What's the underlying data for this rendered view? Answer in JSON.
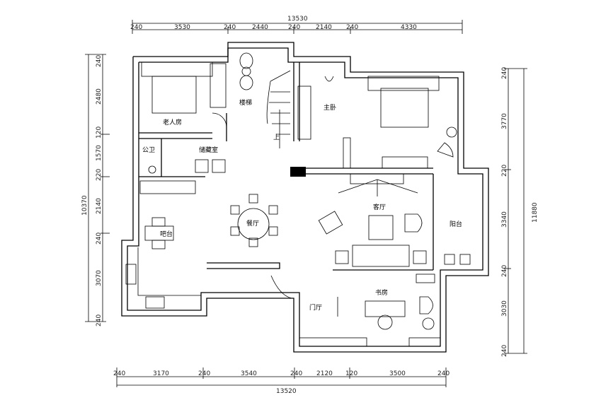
{
  "top_dimensions": {
    "total": "13530",
    "segments": [
      "240",
      "3530",
      "240",
      "2440",
      "240",
      "2140",
      "240",
      "4330"
    ]
  },
  "bottom_dimensions": {
    "total": "13520",
    "segments": [
      "240",
      "3170",
      "240",
      "3540",
      "240",
      "2120",
      "120",
      "3500",
      "240"
    ]
  },
  "left_dimensions": {
    "total": "10370",
    "segments": [
      "240",
      "2480",
      "120",
      "1570",
      "220",
      "2140",
      "240",
      "3070",
      "240"
    ]
  },
  "right_dimensions": {
    "total": "11880",
    "segments": [
      "240",
      "3770",
      "220",
      "3340",
      "240",
      "3030",
      "240"
    ]
  },
  "rooms": {
    "elder_bedroom": "老人房",
    "stairs": "楼梯",
    "stairs_up": "上",
    "master_bedroom": "主卧",
    "bathroom": "公卫",
    "storage": "储藏室",
    "bar": "吧台",
    "dining": "餐厅",
    "living": "客厅",
    "balcony": "阳台",
    "study": "书房",
    "foyer": "门厅"
  }
}
